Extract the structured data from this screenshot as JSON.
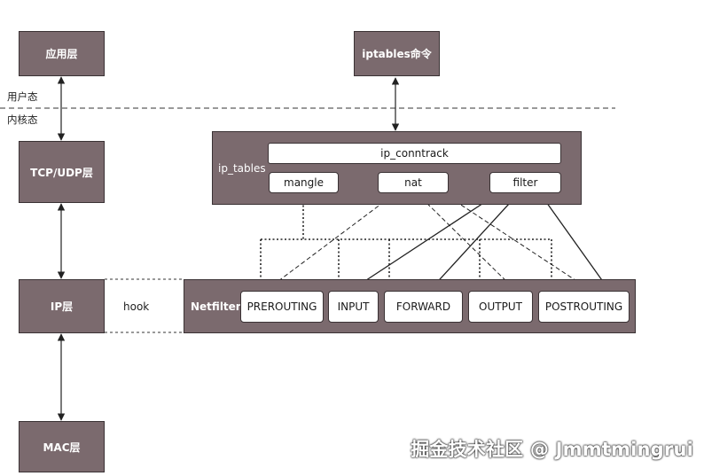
{
  "layers": {
    "app": "应用层",
    "tcp_udp": "TCP/UDP层",
    "ip": "IP层",
    "mac": "MAC层"
  },
  "space": {
    "user": "用户态",
    "kernel": "内核态"
  },
  "iptables_cmd": "iptables命令",
  "ip_tables": {
    "label": "ip_tables",
    "conntrack": "ip_conntrack",
    "tables": [
      "mangle",
      "nat",
      "filter"
    ]
  },
  "hook": "hook",
  "netfilter": {
    "label": "Netfilter",
    "hooks": [
      "PREROUTING",
      "INPUT",
      "FORWARD",
      "OUTPUT",
      "POSTROUTING"
    ]
  },
  "watermark": "掘金技术社区 @ Jmmtmingrui",
  "colors": {
    "box_fill": "#7b6a6e",
    "border": "#3a3234"
  }
}
